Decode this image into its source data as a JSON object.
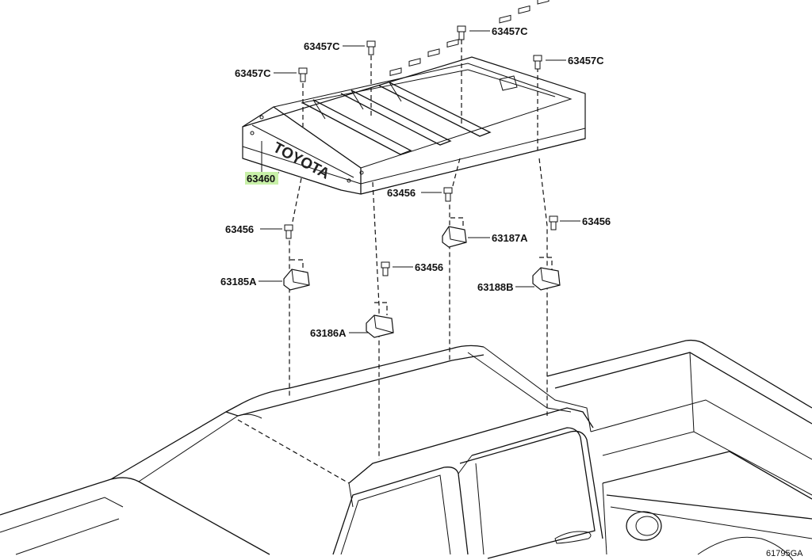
{
  "diagram": {
    "brand_text": "TOYOTA",
    "figure_ref": "61795GA",
    "highlight_color": "#c8f0a8",
    "labels": {
      "roof_rack": "63460",
      "bolt_a": "63457C",
      "bolt_b": "63457C",
      "bolt_c": "63457C",
      "bolt_d": "63457C",
      "screw_a": "63456",
      "screw_b": "63456",
      "screw_c": "63456",
      "screw_d": "63456",
      "bracket_a": "63185A",
      "bracket_b": "63186A",
      "bracket_c": "63187A",
      "bracket_d": "63188B"
    }
  }
}
